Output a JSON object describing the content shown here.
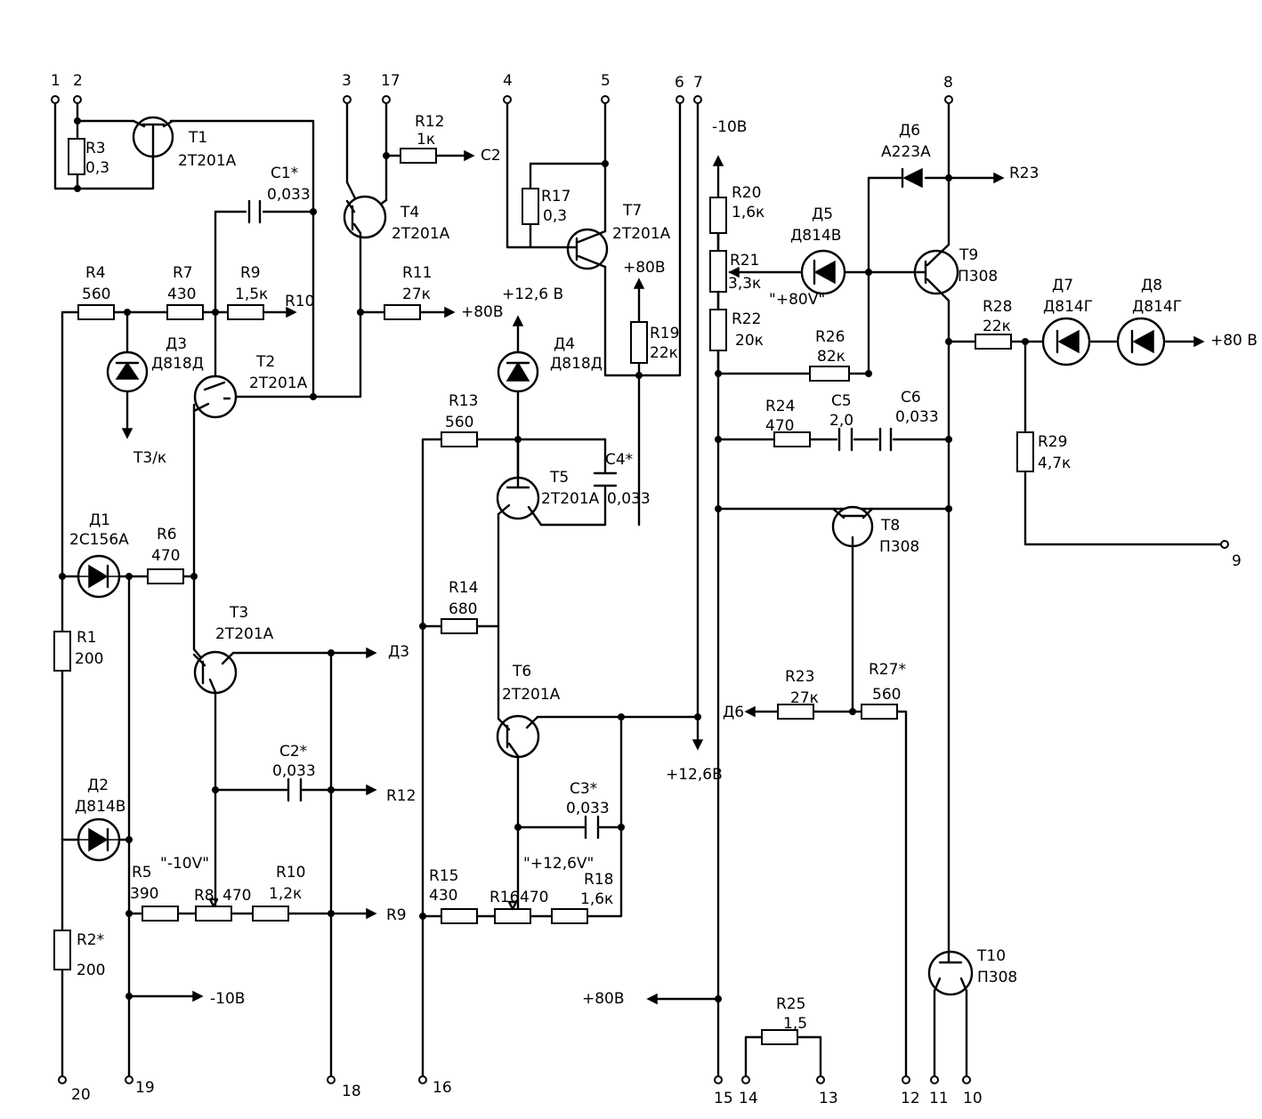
{
  "terminals": [
    "1",
    "2",
    "3",
    "17",
    "4",
    "5",
    "6",
    "7",
    "8",
    "9",
    "20",
    "19",
    "18",
    "16",
    "15",
    "14",
    "13",
    "12",
    "11",
    "10"
  ],
  "transistors": [
    {
      "ref": "T1",
      "type": "2T201A"
    },
    {
      "ref": "T2",
      "type": "2T201A"
    },
    {
      "ref": "T3",
      "type": "2T201A"
    },
    {
      "ref": "T4",
      "type": "2T201A"
    },
    {
      "ref": "T5",
      "type": "2T201A"
    },
    {
      "ref": "T6",
      "type": "2T201A"
    },
    {
      "ref": "T7",
      "type": "2T201A"
    },
    {
      "ref": "T8",
      "type": "П308"
    },
    {
      "ref": "T9",
      "type": "П308"
    },
    {
      "ref": "T10",
      "type": "П308"
    }
  ],
  "diodes": [
    {
      "ref": "Д1",
      "type": "2С156А"
    },
    {
      "ref": "Д2",
      "type": "Д814В"
    },
    {
      "ref": "Д3",
      "type": "Д818Д"
    },
    {
      "ref": "Д4",
      "type": "Д818Д"
    },
    {
      "ref": "Д5",
      "type": "Д814В"
    },
    {
      "ref": "Д6",
      "type": "А223А"
    },
    {
      "ref": "Д7",
      "type": "Д814Г"
    },
    {
      "ref": "Д8",
      "type": "Д814Г"
    }
  ],
  "resistors": [
    {
      "ref": "R1",
      "value": "200"
    },
    {
      "ref": "R2*",
      "value": "200"
    },
    {
      "ref": "R3",
      "value": "0,3"
    },
    {
      "ref": "R4",
      "value": "560"
    },
    {
      "ref": "R5",
      "value": "390"
    },
    {
      "ref": "R6",
      "value": "470"
    },
    {
      "ref": "R7",
      "value": "430"
    },
    {
      "ref": "R8",
      "value": "470"
    },
    {
      "ref": "R9",
      "value": "1,5к"
    },
    {
      "ref": "R10",
      "value": "1,2к"
    },
    {
      "ref": "R11",
      "value": "27к"
    },
    {
      "ref": "R12",
      "value": "1к"
    },
    {
      "ref": "R13",
      "value": "560"
    },
    {
      "ref": "R14",
      "value": "680"
    },
    {
      "ref": "R15",
      "value": "430"
    },
    {
      "ref": "R16",
      "value": "470"
    },
    {
      "ref": "R17",
      "value": "0,3"
    },
    {
      "ref": "R18",
      "value": "1,6к"
    },
    {
      "ref": "R19",
      "value": "22к"
    },
    {
      "ref": "R20",
      "value": "1,6к"
    },
    {
      "ref": "R21",
      "value": "3,3к"
    },
    {
      "ref": "R22",
      "value": "20к"
    },
    {
      "ref": "R23",
      "value": "27к"
    },
    {
      "ref": "R24",
      "value": "470"
    },
    {
      "ref": "R25",
      "value": "1,5"
    },
    {
      "ref": "R26",
      "value": "82к"
    },
    {
      "ref": "R27*",
      "value": "560"
    },
    {
      "ref": "R28",
      "value": "22к"
    },
    {
      "ref": "R29",
      "value": "4,7к"
    }
  ],
  "capacitors": [
    {
      "ref": "С1*",
      "value": "0,033"
    },
    {
      "ref": "С2*",
      "value": "0,033"
    },
    {
      "ref": "С3*",
      "value": "0,033"
    },
    {
      "ref": "С4*",
      "value": "0,033"
    },
    {
      "ref": "С5",
      "value": "2,0"
    },
    {
      "ref": "С6",
      "value": "0,033"
    }
  ],
  "net_labels": {
    "c2": "С2",
    "r10": "R10",
    "p80_r11": "+80В",
    "t3k": "Т3/к",
    "d3": "Д3",
    "r12": "R12",
    "r9": "R9",
    "m10v": "-10В",
    "m10v_quote": "\"-10V\"",
    "p126v_d4": "+12,6 В",
    "p80v_r19": "+80В",
    "p126v_t6": "+12,6В",
    "p126v_quote": "\"+12,6V\"",
    "p80v_bottom": "+80В",
    "m10v_r20": "-10В",
    "p80v_quote": "\"+80V\"",
    "r23": "R23",
    "p80v_right": "+80 В",
    "d6": "Д6"
  }
}
